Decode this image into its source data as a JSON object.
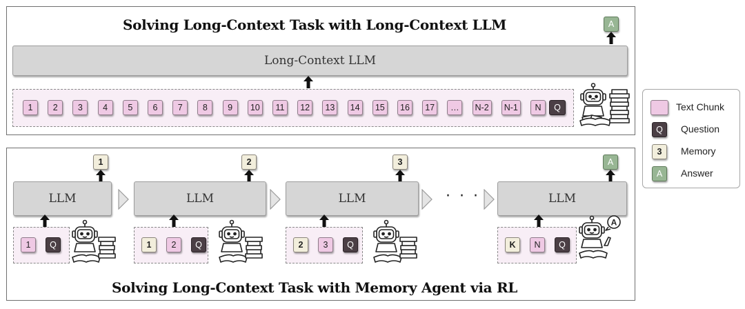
{
  "top": {
    "title": "Solving Long-Context Task with Long-Context LLM",
    "llm_label": "Long-Context LLM",
    "answer": "A",
    "chunks": [
      "1",
      "2",
      "3",
      "4",
      "5",
      "6",
      "7",
      "8",
      "9",
      "10",
      "11",
      "12",
      "13",
      "14",
      "15",
      "16",
      "17",
      "…",
      "N-2",
      "N-1",
      "N"
    ],
    "question": "Q"
  },
  "bottom": {
    "title": "Solving Long-Context Task with Memory Agent via RL",
    "ellipsis": "· · ·",
    "steps": [
      {
        "llm_label": "LLM",
        "output": "1",
        "inputs": [
          {
            "text": "1",
            "kind": "chunk"
          },
          {
            "text": "Q",
            "kind": "question"
          }
        ]
      },
      {
        "llm_label": "LLM",
        "output": "2",
        "inputs": [
          {
            "text": "1",
            "kind": "memory"
          },
          {
            "text": "2",
            "kind": "chunk"
          },
          {
            "text": "Q",
            "kind": "question"
          }
        ]
      },
      {
        "llm_label": "LLM",
        "output": "3",
        "inputs": [
          {
            "text": "2",
            "kind": "memory"
          },
          {
            "text": "3",
            "kind": "chunk"
          },
          {
            "text": "Q",
            "kind": "question"
          }
        ]
      },
      {
        "llm_label": "LLM",
        "output": "A",
        "inputs": [
          {
            "text": "K",
            "kind": "memory"
          },
          {
            "text": "N",
            "kind": "chunk"
          },
          {
            "text": "Q",
            "kind": "question"
          }
        ]
      }
    ]
  },
  "legend": [
    {
      "symbol": "",
      "kind": "chunk",
      "label": "Text Chunk"
    },
    {
      "symbol": "Q",
      "kind": "question",
      "label": "Question"
    },
    {
      "symbol": "3",
      "kind": "memory",
      "label": "Memory"
    },
    {
      "symbol": "A",
      "kind": "answer",
      "label": "Answer"
    }
  ],
  "colors": {
    "chunk": "#efc9e4",
    "question": "#4b3f45",
    "memory": "#f2eedc",
    "answer": "#98b694",
    "llm": "#d6d6d6"
  }
}
